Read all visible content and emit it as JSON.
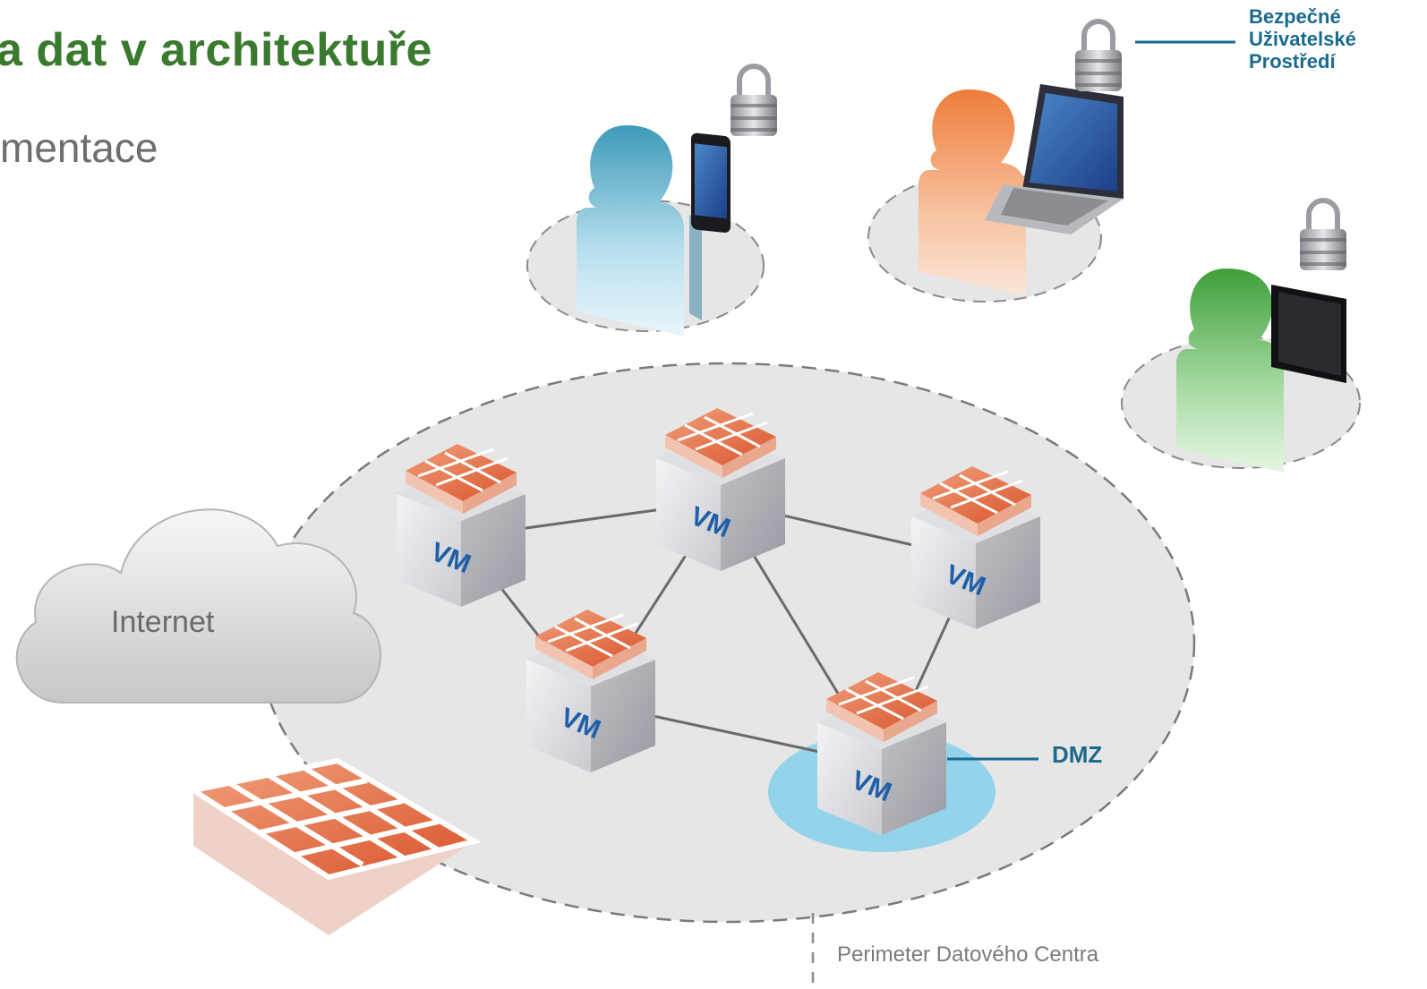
{
  "title": "a dat v architektuře",
  "subtitle": "mentace",
  "labels": {
    "internet": "Internet",
    "secure_env": [
      "Bezpečné",
      "Uživatelské",
      "Prostředí"
    ],
    "dmz": "DMZ",
    "perimeter": "Perimeter Datového Centra"
  },
  "vm_label": "VM",
  "icons": {
    "users": [
      "user-blue-icon",
      "user-orange-icon",
      "user-green-icon"
    ],
    "devices": [
      "smartphone-icon",
      "laptop-icon",
      "tablet-icon"
    ],
    "locks": [
      "padlock-icon",
      "padlock-icon",
      "padlock-icon"
    ],
    "vms": [
      "vm-icon",
      "vm-icon",
      "vm-icon",
      "vm-icon",
      "vm-icon"
    ],
    "firewalls": [
      "firewall-icon"
    ],
    "cloud": "cloud-icon"
  },
  "colors": {
    "title_green": "#3a7a2e",
    "label_blue": "#1a6a8e",
    "firewall_orange": "#d9542b",
    "dmz_cyan": "#8fd3ea",
    "zone_gray": "#e6e6e6",
    "user_blue": "#4aa3c6",
    "user_orange": "#ef8a4a",
    "user_green": "#4cab46"
  }
}
